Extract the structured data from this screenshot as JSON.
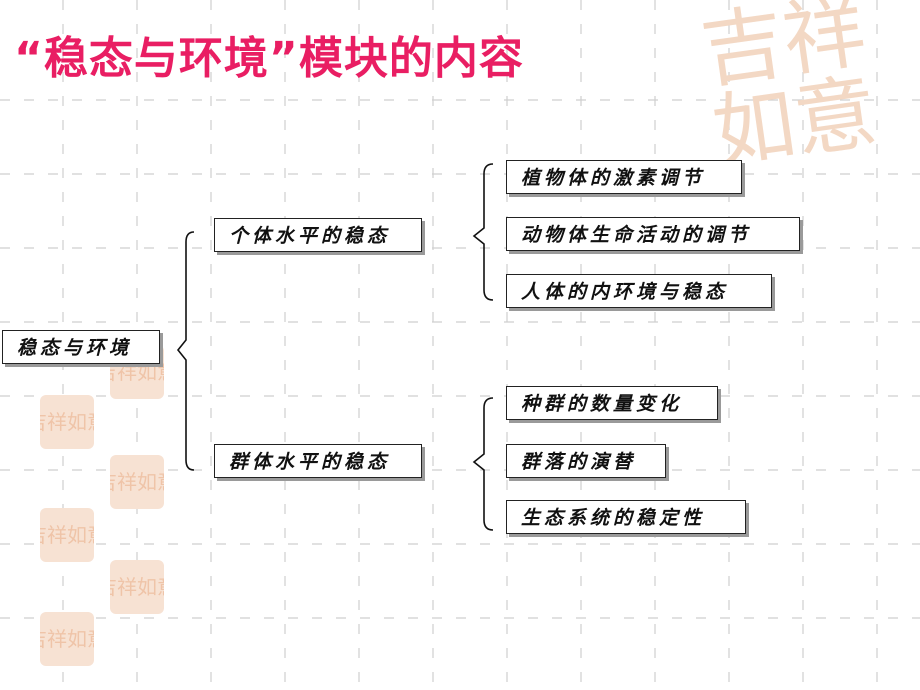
{
  "colors": {
    "title": "#e91e63",
    "grid": "#cfcfcf",
    "box_border": "#222222",
    "bracket": "#111111"
  },
  "title": "“稳态与环境”模块的内容",
  "watermark_seal": "吉祥如意",
  "root": {
    "label": "稳态与环境"
  },
  "branches": [
    {
      "label": "个体水平的稳态",
      "children": [
        "植物体的激素调节",
        "动物体生命活动的调节",
        "人体的内环境与稳态"
      ]
    },
    {
      "label": "群体水平的稳态",
      "children": [
        "种群的数量变化",
        "群落的演替",
        "生态系统的稳定性"
      ]
    }
  ]
}
